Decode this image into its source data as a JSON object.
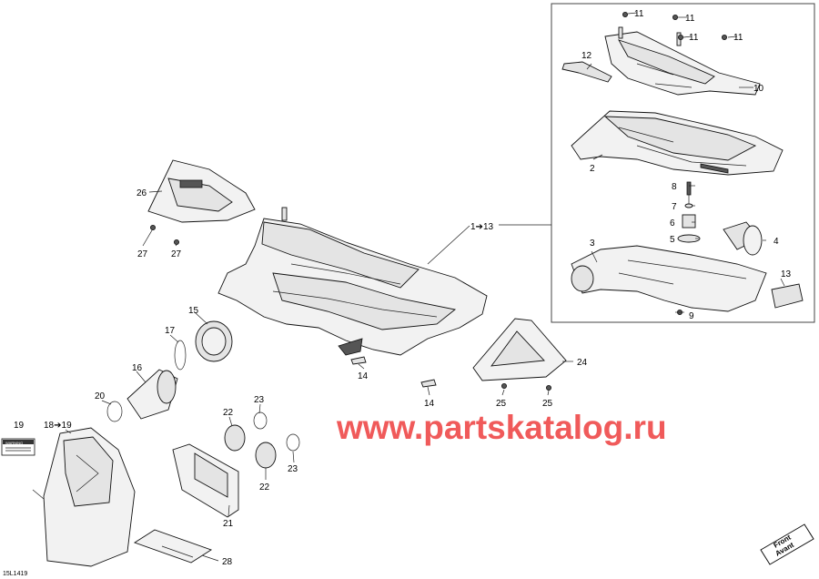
{
  "diagram": {
    "drawing_code": "15L1419",
    "watermark": "www.partskatalog.ru",
    "orientation_badge": {
      "line1": "Front",
      "line2": "Avant"
    },
    "warning_label": "WARNING",
    "callouts": {
      "c1_13": "1➔13",
      "c2": "2",
      "c3": "3",
      "c4": "4",
      "c5": "5",
      "c6": "6",
      "c7": "7",
      "c8": "8",
      "c9": "9",
      "c10": "10",
      "c11a": "11",
      "c11b": "11",
      "c11c": "11",
      "c11d": "11",
      "c12": "12",
      "c13": "13",
      "c14a": "14",
      "c14b": "14",
      "c15": "15",
      "c16": "16",
      "c17": "17",
      "c18_19": "18➔19",
      "c19": "19",
      "c20": "20",
      "c21": "21",
      "c22a": "22",
      "c22b": "22",
      "c23a": "23",
      "c23b": "23",
      "c24": "24",
      "c25a": "25",
      "c25b": "25",
      "c26": "26",
      "c27a": "27",
      "c27b": "27",
      "c28": "28"
    }
  }
}
